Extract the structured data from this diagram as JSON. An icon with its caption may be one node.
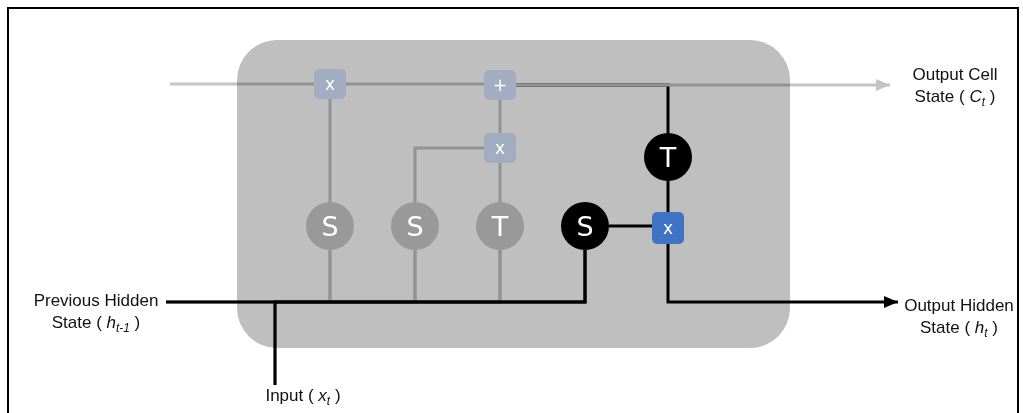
{
  "diagram": {
    "nodes": [
      {
        "text": [],
        "shape": "box"
      },
      {
        "text": [
          "x"
        ],
        "in": 0
      },
      {
        "text": [
          "+"
        ],
        "in": 0
      },
      {
        "text": [
          "x"
        ],
        "in": 0
      },
      {
        "text": [
          "T"
        ],
        "in": 0
      },
      {
        "text": [
          "S"
        ],
        "in": 0
      },
      {
        "text": [
          "S"
        ],
        "in": 0
      },
      {
        "text": [
          "T"
        ],
        "in": 0
      },
      {
        "text": [
          "S"
        ],
        "in": 0
      },
      {
        "text": [
          "x"
        ],
        "in": 0
      },
      {
        "text": [
          "Output Cell State ( *C*$_{t}$ )"
        ]
      },
      {
        "text": [
          "Previous Hidden State ( *h*$_{t-1}$ )"
        ]
      },
      {
        "text": [
          "Output Hidden State ( *h*$_{t}$ )"
        ]
      },
      {
        "text": [
          "Input ( *x*$_{t}$ )"
        ]
      }
    ],
    "edges": [
      {
        "from": null,
        "to": 1,
        "arrow": "none"
      },
      {
        "from": 1,
        "to": 2,
        "arrow": "none"
      },
      {
        "from": 2,
        "to": 10,
        "arrow": "to"
      },
      {
        "from": 2,
        "to": 4,
        "arrow": "none",
        "color": "#000000"
      },
      {
        "from": 5,
        "to": 1,
        "arrow": "none"
      },
      {
        "from": 6,
        "to": 3,
        "arrow": "none"
      },
      {
        "from": 7,
        "to": 3,
        "arrow": "none"
      },
      {
        "from": 3,
        "to": 2,
        "arrow": "none"
      },
      {
        "from": 4,
        "to": 9,
        "arrow": "none",
        "color": "#000000"
      },
      {
        "from": 8,
        "to": 9,
        "arrow": "none",
        "color": "#000000"
      },
      {
        "from": 9,
        "to": 12,
        "arrow": "to",
        "color": "#000000"
      },
      {
        "from": 11,
        "to": 5,
        "arrow": "none"
      },
      {
        "from": 11,
        "to": 6,
        "arrow": "none"
      },
      {
        "from": 11,
        "to": 7,
        "arrow": "none"
      },
      {
        "from": 11,
        "to": 8,
        "arrow": "none",
        "color": "#000000"
      },
      {
        "from": 13,
        "to": 5,
        "arrow": "none"
      },
      {
        "from": 13,
        "to": 6,
        "arrow": "none"
      },
      {
        "from": 13,
        "to": 7,
        "arrow": "none"
      },
      {
        "from": 13,
        "to": 8,
        "arrow": "none",
        "color": "#000000"
      }
    ]
  }
}
